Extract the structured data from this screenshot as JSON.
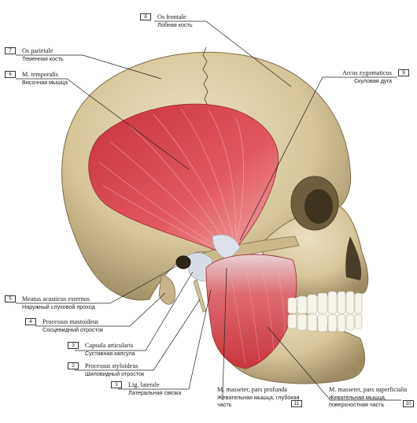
{
  "labels": [
    {
      "num": "8",
      "latin": "Os frontale",
      "russian": "Лобная кость"
    },
    {
      "num": "7",
      "latin": "Os parietale",
      "russian": "Теменная кость"
    },
    {
      "num": "6",
      "latin": "M. temporalis",
      "russian": "Височная мышца"
    },
    {
      "num": "9",
      "latin": "Arcus zygomaticus",
      "russian": "Скуловая дуга"
    },
    {
      "num": "5",
      "latin": "Meatus acusticus externus",
      "russian": "Наружный слуховой проход"
    },
    {
      "num": "4",
      "latin": "Processus mastoideus",
      "russian": "Сосцевидный отросток"
    },
    {
      "num": "3",
      "latin": "Capsula articularis",
      "russian": "Суставная капсула"
    },
    {
      "num": "2",
      "latin": "Processus styloideus",
      "russian": "Шиловидный отросток"
    },
    {
      "num": "1",
      "latin": "Lig. laterale",
      "russian": "Латеральная связка"
    },
    {
      "num": "11",
      "latin": "M. masseter, pars profunda",
      "russian": "Жевательная мышца, глубокая часть"
    },
    {
      "num": "10",
      "latin": "M. masseter, pars superficialis",
      "russian": "Жевательная мышца, поверхностная часть"
    }
  ],
  "colors": {
    "bone": "#d8c9a0",
    "muscle": "#d9454a",
    "tendon": "#dfe3ea",
    "shadow": "#8a7b58"
  }
}
